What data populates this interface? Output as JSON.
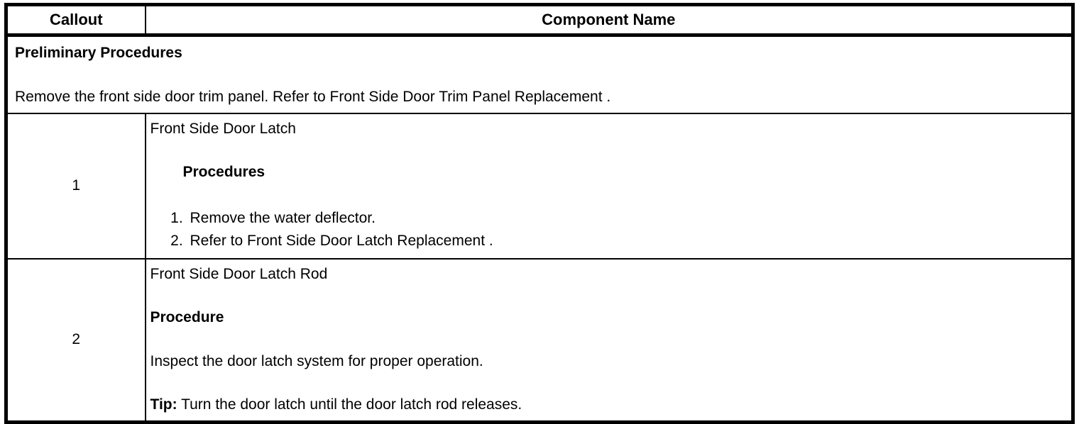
{
  "table": {
    "headers": {
      "callout": "Callout",
      "component_name": "Component Name"
    },
    "preliminary": {
      "title": "Preliminary Procedures",
      "text": "Remove the front side door trim panel. Refer to Front Side Door Trim Panel Replacement ."
    },
    "rows": [
      {
        "callout": "1",
        "component": "Front Side Door Latch",
        "heading": "Procedures",
        "steps": [
          "Remove the water deflector.",
          "Refer to Front Side Door Latch Replacement ."
        ]
      },
      {
        "callout": "2",
        "component": "Front Side Door Latch Rod",
        "heading": "Procedure",
        "text": "Inspect the door latch system for proper operation.",
        "tip_label": "Tip:",
        "tip_text": "Turn the door latch until the door latch rod releases."
      }
    ]
  },
  "colors": {
    "border": "#000000",
    "text": "#000000",
    "background": "#ffffff"
  }
}
